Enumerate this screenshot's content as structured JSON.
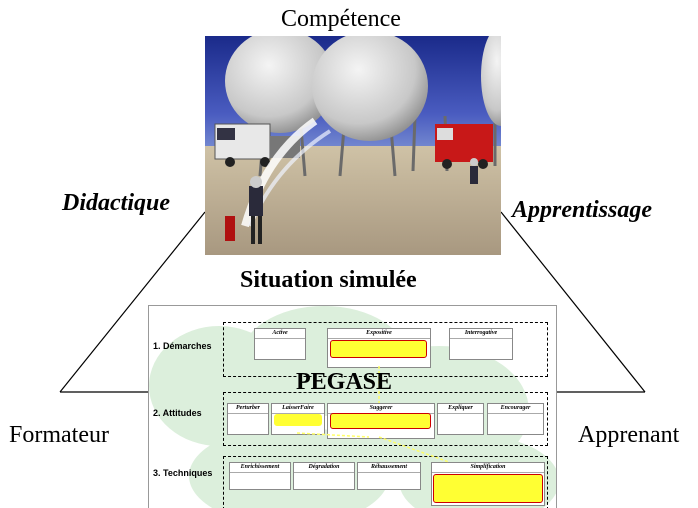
{
  "labels": {
    "top": "Compétence",
    "left": "Didactique",
    "right": "Apprentissage",
    "center": "Situation simulée",
    "bottom_left": "Formateur",
    "bottom_right": "Apprenant",
    "system": "PEGASE"
  },
  "pegase": {
    "rows": [
      {
        "label": "1. Démarches",
        "nodes": [
          "Active",
          "Expositive",
          "Interrogative"
        ]
      },
      {
        "label": "2. Attitudes",
        "nodes": [
          "Perturber",
          "LaisserFaire",
          "Suggerer",
          "Expliquer",
          "Encourager"
        ]
      },
      {
        "label": "3. Techniques",
        "nodes": [
          "Enrichissement",
          "Dégradation",
          "Réhaussement",
          "Simplification"
        ]
      }
    ]
  },
  "colors": {
    "sky": "#2a3a9a",
    "ground": "#b8a890",
    "cloud_green": "#dcefdc",
    "highlight": "#ffff33",
    "highlight_border": "#cc0000"
  }
}
